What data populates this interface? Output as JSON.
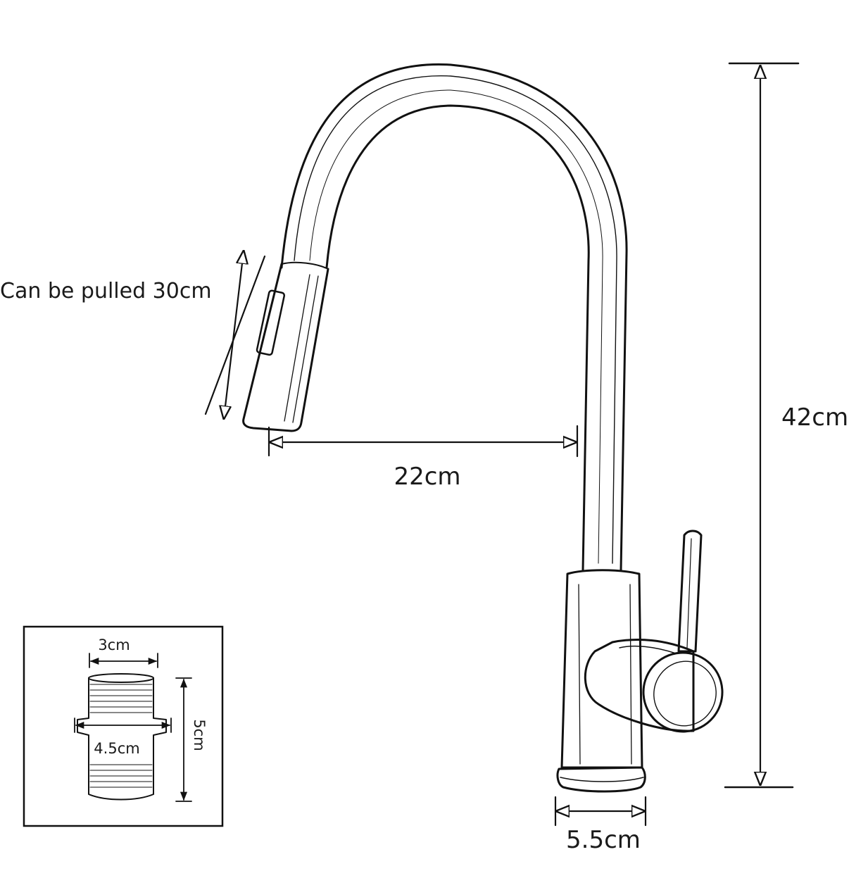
{
  "diagram": {
    "dimensions": {
      "pull_out": "Can be pulled 30cm",
      "reach": "22cm",
      "height": "42cm",
      "base": "5.5cm"
    },
    "connector_inset": {
      "top_width": "3cm",
      "height": "5cm",
      "outer_width": "4.5cm"
    }
  }
}
